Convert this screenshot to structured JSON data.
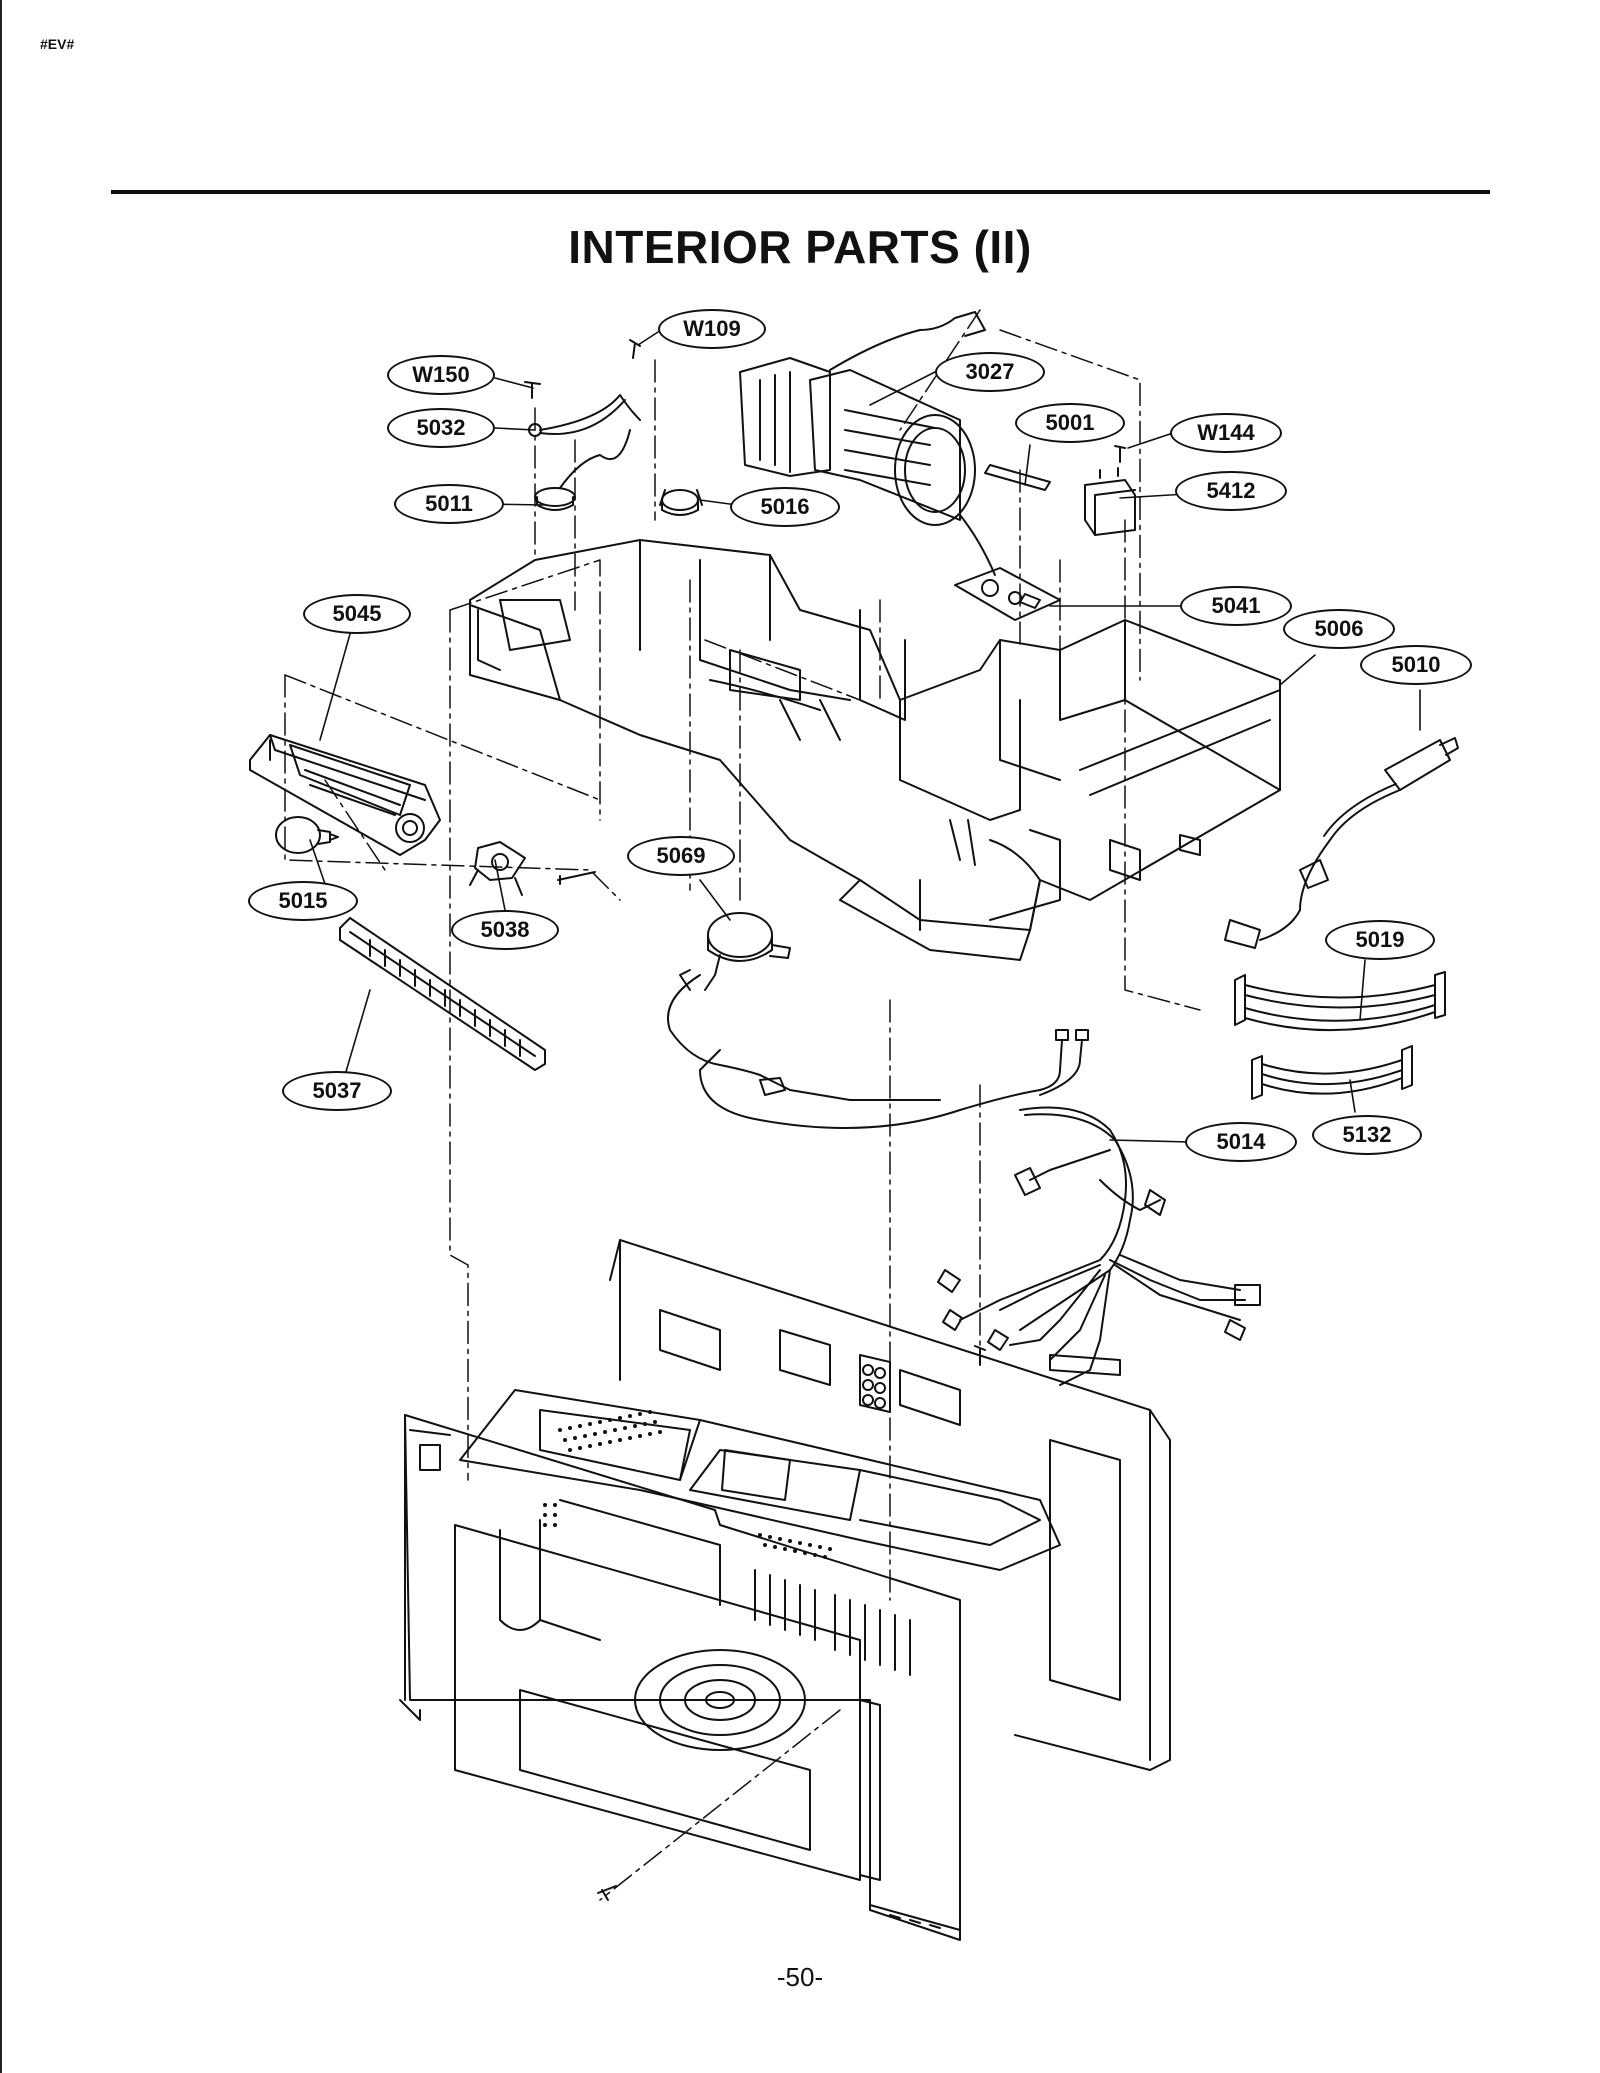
{
  "document": {
    "tag": "#EV#",
    "title": "INTERIOR PARTS (II)",
    "page_number": "-50-"
  },
  "callouts": {
    "w109": "W109",
    "w150": "W150",
    "p5032": "5032",
    "p3027": "3027",
    "p5001": "5001",
    "w144": "W144",
    "p5011": "5011",
    "p5016": "5016",
    "p5412": "5412",
    "p5041": "5041",
    "p5045": "5045",
    "p5006": "5006",
    "p5010": "5010",
    "p5069": "5069",
    "p5015": "5015",
    "p5038": "5038",
    "p5019": "5019",
    "p5037": "5037",
    "p5014": "5014",
    "p5132": "5132"
  }
}
